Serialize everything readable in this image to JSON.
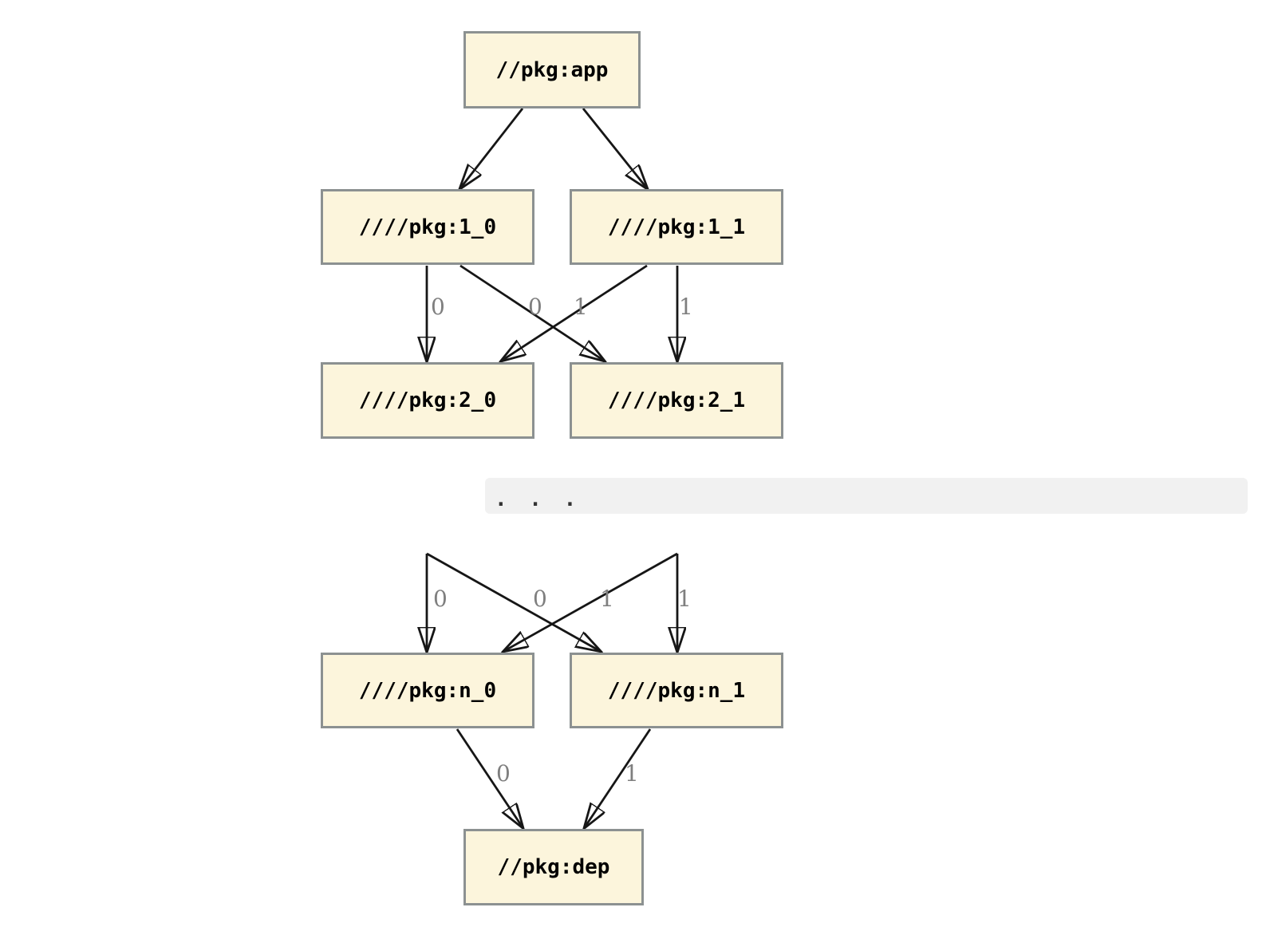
{
  "diagram": {
    "nodes": {
      "app": "//pkg:app",
      "l1_0": "////pkg:1_0",
      "l1_1": "////pkg:1_1",
      "l2_0": "////pkg:2_0",
      "l2_1": "////pkg:2_1",
      "ln_0": "////pkg:n_0",
      "ln_1": "////pkg:n_1",
      "dep": "//pkg:dep"
    },
    "ellipsis_text": ". . .",
    "edge_labels": {
      "e1_0_to_2_0": "0",
      "e1_1_to_2_0": "0",
      "e1_0_to_2_1": "1",
      "e1_1_to_2_1": "1",
      "en_in_0a": "0",
      "en_in_0b": "0",
      "en_in_1a": "1",
      "en_in_1b": "1",
      "en_0_to_dep": "0",
      "en_1_to_dep": "1"
    },
    "colors": {
      "node_fill": "#fcf5dc",
      "node_border": "#8c9191",
      "edge": "#161616",
      "edge_label": "#7f7f7f",
      "ellipsis_band": "#f1f1f1"
    }
  }
}
